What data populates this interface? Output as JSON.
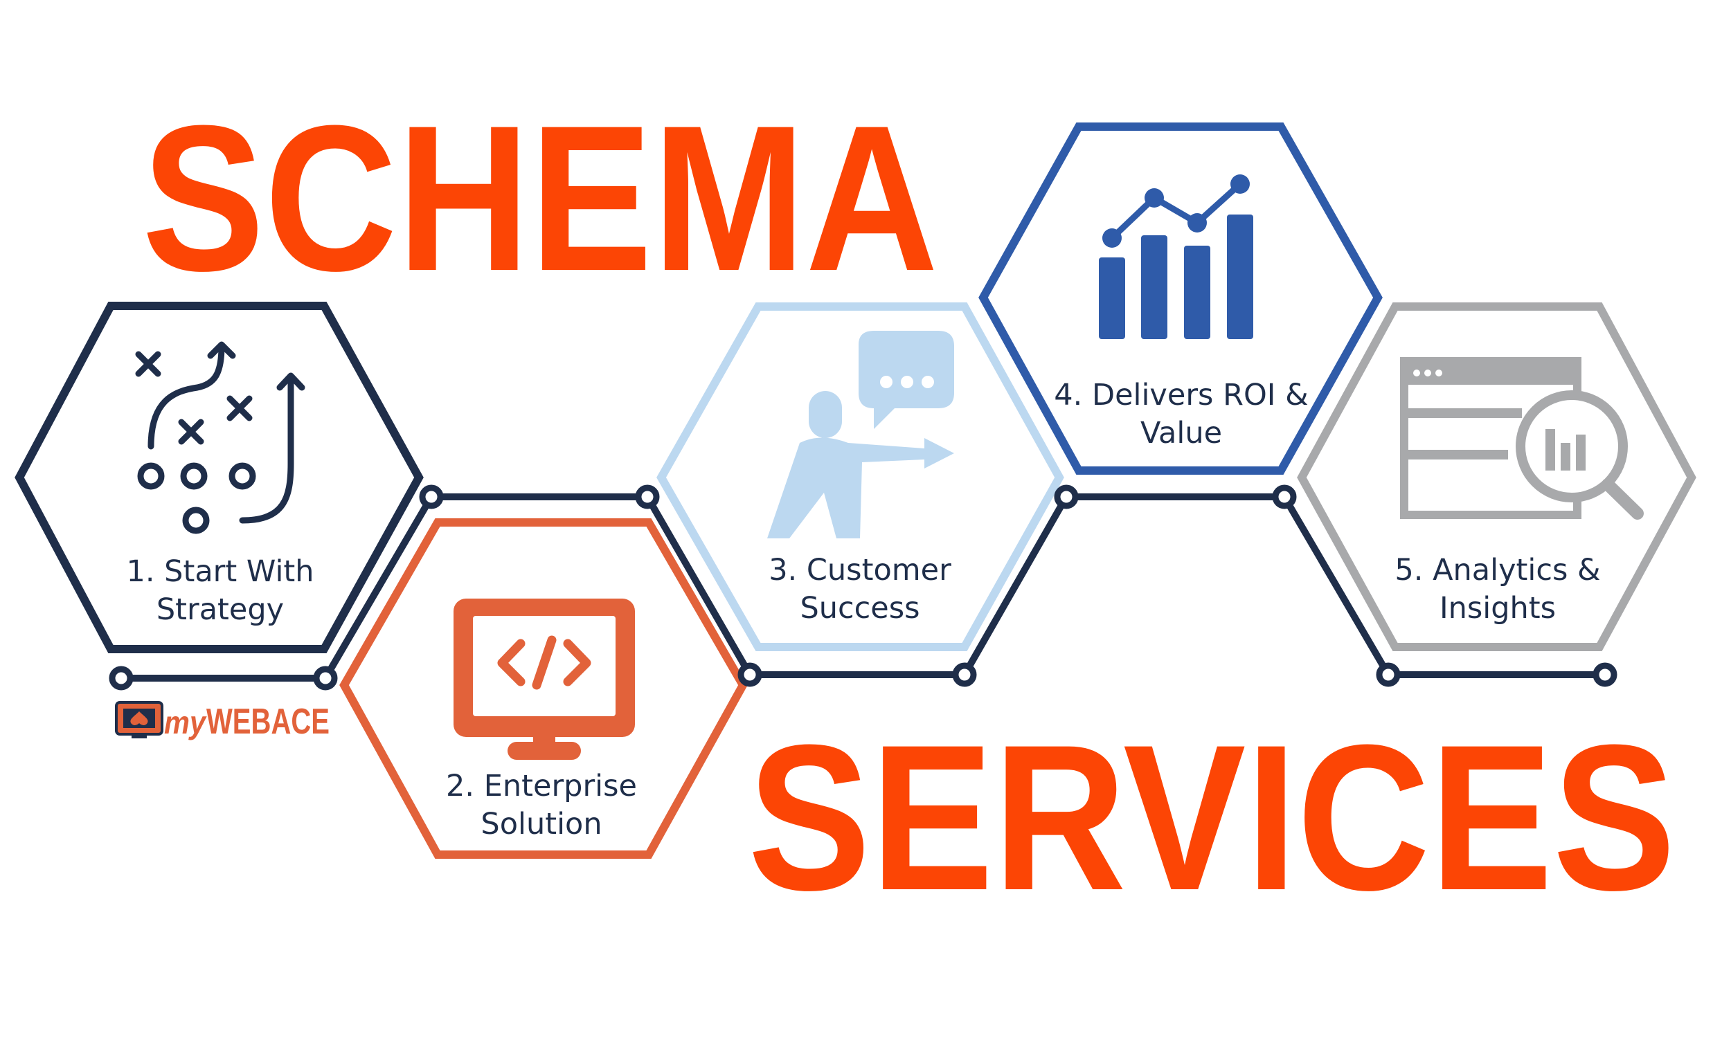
{
  "title": {
    "line1": "SCHEMA",
    "line2": "SERVICES"
  },
  "colors": {
    "headline": "#fc4505",
    "navy": "#1f2e4a",
    "orange": "#e2623a",
    "light_blue": "#bcd8f0",
    "blue": "#2f5ba9",
    "gray": "#a8a9ab",
    "connector": "#1f2e4a"
  },
  "steps": [
    {
      "line1": "1. Start With",
      "line2": "Strategy",
      "icon": "strategy-playbook-icon"
    },
    {
      "line1": "2. Enterprise",
      "line2": "Solution",
      "icon": "code-monitor-icon"
    },
    {
      "line1": "3. Customer",
      "line2": "Success",
      "icon": "customer-presenting-icon"
    },
    {
      "line1": "4. Delivers ROI &",
      "line2": "Value",
      "icon": "growth-chart-icon"
    },
    {
      "line1": "5. Analytics &",
      "line2": "Insights",
      "icon": "analytics-magnifier-icon"
    }
  ],
  "brand": {
    "prefix": "my",
    "name": "WEBACE",
    "icon": "monitor-spade-logo"
  }
}
